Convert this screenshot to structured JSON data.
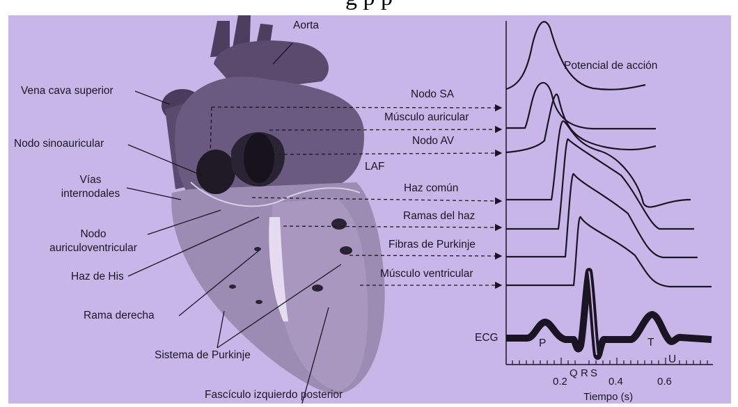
{
  "header_text": "g                                                               p              p",
  "left_labels": {
    "aorta": "Aorta",
    "vena_cava": "Vena cava superior",
    "nodo_sinoauricular": "Nodo sinoauricular",
    "vias_internodales_1": "Vías",
    "vias_internodales_2": "internodales",
    "nodo_av_1": "Nodo",
    "nodo_av_2": "auriculoventricular",
    "haz_de_his": "Haz de His",
    "rama_derecha": "Rama derecha",
    "sistema_purkinje": "Sistema de Purkinje",
    "fasciculo": "Fascículo izquierdo posterior",
    "laf": "LAF"
  },
  "arrow_labels": [
    "Nodo SA",
    "Músculo auricular",
    "Nodo AV",
    "Haz común",
    "Ramas del haz",
    "Fibras de Purkinje",
    "Músculo ventricular"
  ],
  "potencial_label": "Potencial de acción",
  "ecg": {
    "label": "ECG",
    "waves": [
      "P",
      "Q",
      "R",
      "S",
      "T",
      "U"
    ]
  },
  "axis": {
    "ticks": [
      "0.2",
      "0.4",
      "0.6"
    ],
    "title": "Tiempo (s)"
  },
  "colors": {
    "background": "#c9b6e8",
    "heart_dark": "#5b4a6e",
    "heart_mid": "#7d6c93",
    "heart_light": "#a595bb",
    "ink": "#1a1424"
  }
}
